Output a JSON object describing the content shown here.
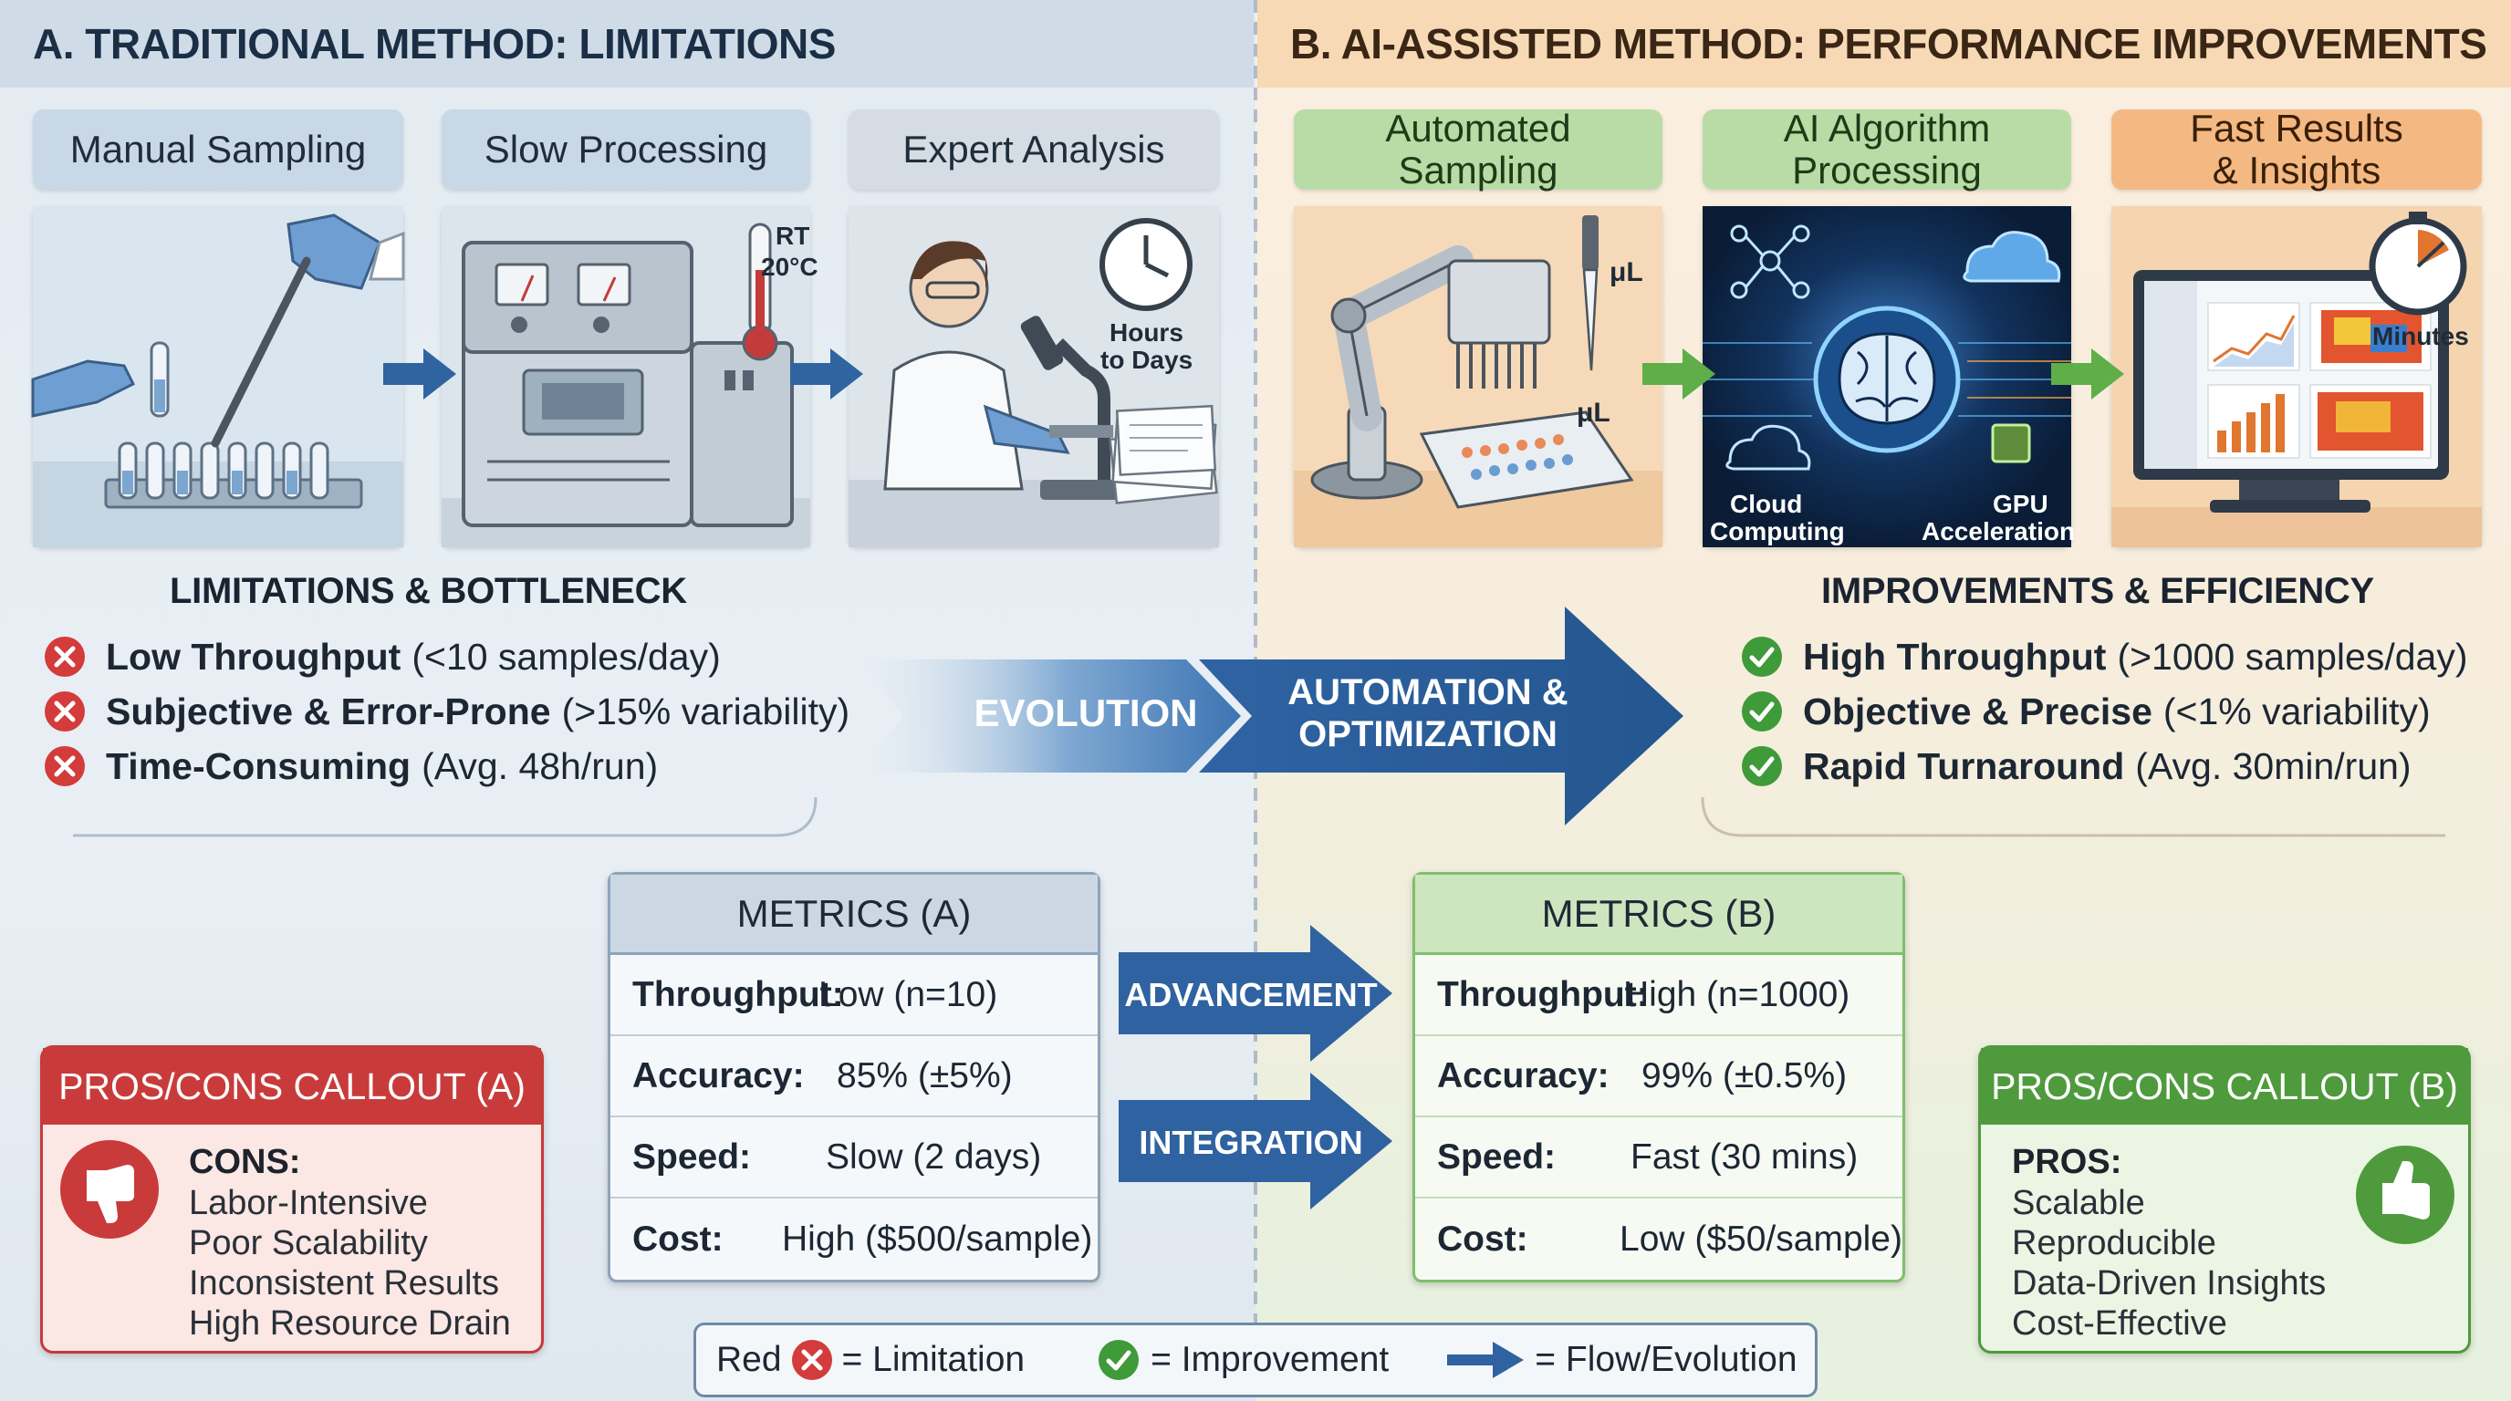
{
  "section_a": {
    "title": "A. TRADITIONAL METHOD: LIMITATIONS",
    "steps": [
      {
        "label": "Manual Sampling"
      },
      {
        "label": "Slow Processing",
        "annotation_line1": "RT",
        "annotation_line2": "20°C"
      },
      {
        "label": "Expert Analysis",
        "annotation_line1": "Hours",
        "annotation_line2": "to Days"
      }
    ],
    "list_title": "LIMITATIONS & BOTTLENECK",
    "items": [
      {
        "strong": "Low Throughput",
        "rest": "(<10 samples/day)"
      },
      {
        "strong": "Subjective & Error-Prone",
        "rest": "(>15% variability)"
      },
      {
        "strong": "Time-Consuming",
        "rest": "(Avg. 48h/run)"
      }
    ]
  },
  "section_b": {
    "title": "B. AI-ASSISTED METHOD: PERFORMANCE IMPROVEMENTS",
    "steps": [
      {
        "label_line1": "Automated",
        "label_line2": "Sampling",
        "annotation_top": "μL",
        "annotation_bottom": "μL"
      },
      {
        "label_line1": "AI Algorithm",
        "label_line2": "Processing",
        "cloud_line1": "Cloud",
        "cloud_line2": "Computing",
        "gpu_line1": "GPU",
        "gpu_line2": "Acceleration"
      },
      {
        "label_line1": "Fast Results",
        "label_line2": "& Insights",
        "annotation": "Minutes"
      }
    ],
    "list_title": "IMPROVEMENTS & EFFICIENCY",
    "items": [
      {
        "strong": "High Throughput",
        "rest": "(>1000 samples/day)"
      },
      {
        "strong": "Objective & Precise",
        "rest": "(<1% variability)"
      },
      {
        "strong": "Rapid Turnaround",
        "rest": "(Avg. 30min/run)"
      }
    ]
  },
  "evolution": {
    "left_label": "EVOLUTION",
    "right_line1": "AUTOMATION &",
    "right_line2": "OPTIMIZATION",
    "advancement": "ADVANCEMENT",
    "integration": "INTEGRATION"
  },
  "metrics_a": {
    "title": "METRICS (A)",
    "rows": [
      {
        "key": "Throughput:",
        "value": "Low (n=10)"
      },
      {
        "key": "Accuracy:",
        "value": "85% (±5%)"
      },
      {
        "key": "Speed:",
        "value": "Slow (2 days)"
      },
      {
        "key": "Cost:",
        "value": "High ($500/sample)"
      }
    ]
  },
  "metrics_b": {
    "title": "METRICS (B)",
    "rows": [
      {
        "key": "Throughput:",
        "value": "High (n=1000)"
      },
      {
        "key": "Accuracy:",
        "value": "99% (±0.5%)"
      },
      {
        "key": "Speed:",
        "value": "Fast (30 mins)"
      },
      {
        "key": "Cost:",
        "value": "Low ($50/sample)"
      }
    ]
  },
  "callout_a": {
    "title": "PROS/CONS CALLOUT (A)",
    "heading": "CONS:",
    "items": [
      "Labor-Intensive",
      "Poor Scalability",
      "Inconsistent Results",
      "High Resource Drain"
    ]
  },
  "callout_b": {
    "title": "PROS/CONS CALLOUT (B)",
    "heading": "PROS:",
    "items": [
      "Scalable",
      "Reproducible",
      "Data-Driven Insights",
      "Cost-Effective"
    ]
  },
  "legend": {
    "red_prefix": "Red",
    "limitation": "= Limitation",
    "improvement": "= Improvement",
    "flow": "= Flow/Evolution"
  },
  "colors": {
    "limitation_red": "#d43b3b",
    "improvement_green": "#3f9a3a",
    "flow_blue": "#2d5f95"
  }
}
